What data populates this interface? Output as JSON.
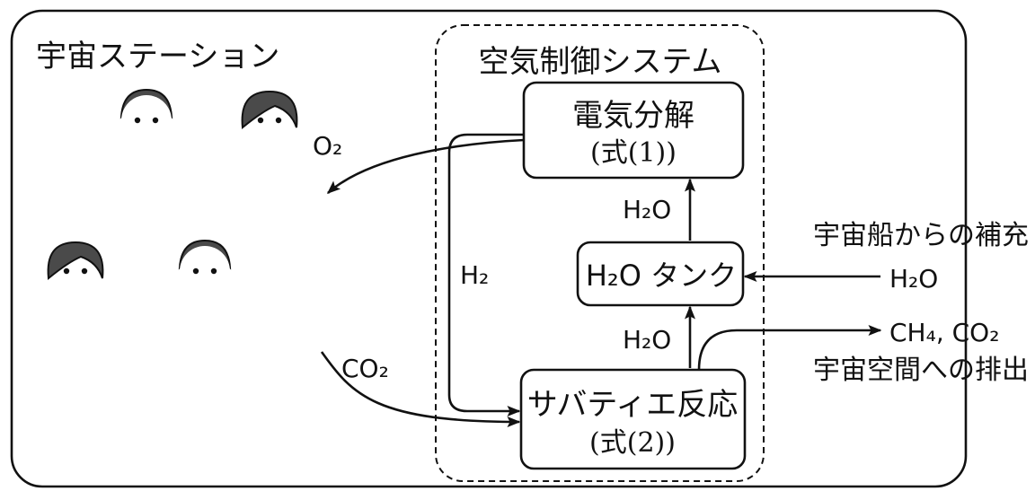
{
  "station_label": "宇宙ステーション",
  "system_label": "空気制御システム",
  "electrolysis": {
    "name": "電気分解",
    "formula": "(式(1))"
  },
  "tank": {
    "label": "H₂O タンク"
  },
  "sabatier": {
    "name": "サバティエ反応",
    "formula": "(式(2))"
  },
  "labels": {
    "o2": "O₂",
    "h2": "H₂",
    "co2": "CO₂",
    "h2o_upper": "H₂O",
    "h2o_lower": "H₂O",
    "h2o_in": "H₂O"
  },
  "supply_text": "宇宙船からの補充",
  "exhaust": {
    "gases": "CH₄, CO₂",
    "note": "宇宙空間への排出"
  },
  "figures": [
    "boy",
    "girl",
    "girl",
    "boy"
  ],
  "colors": {
    "line": "#111111",
    "hair": "#4a4a4a",
    "background": "#ffffff"
  }
}
